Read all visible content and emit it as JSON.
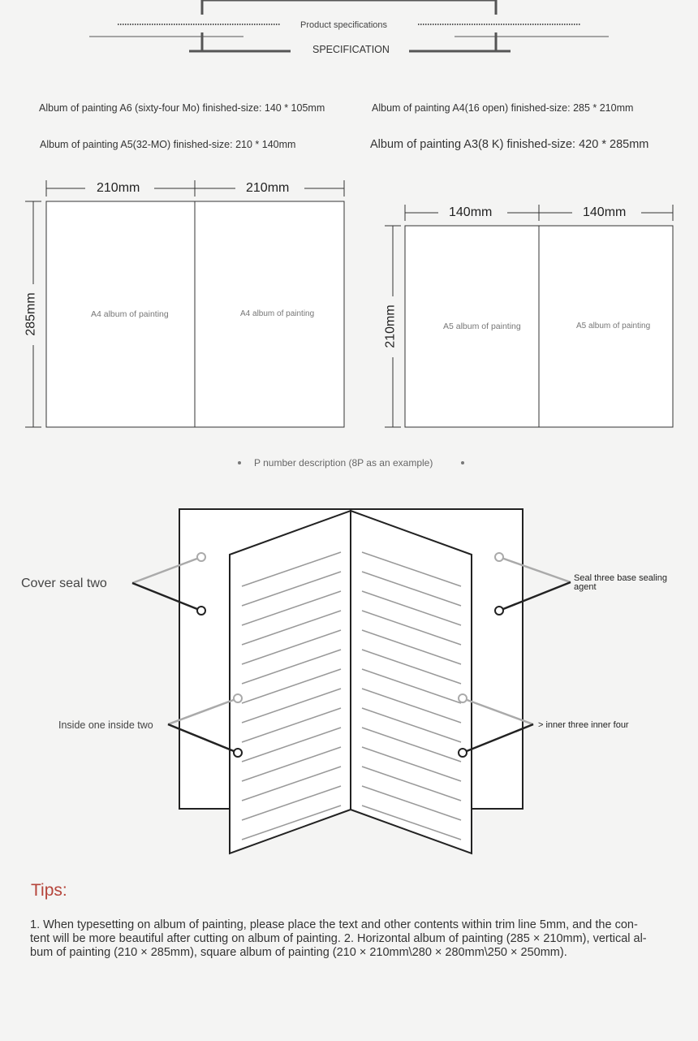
{
  "header": {
    "title_cn_en": "Product specifications",
    "subtitle": "SPECIFICATION"
  },
  "specs": [
    "Album of painting A6 (sixty-four Mo) finished-size: 140 * 105mm",
    "Album of painting A4(16 open) finished-size: 285 * 210mm",
    "Album of painting A5(32-MO) finished-size: 210 * 140mm",
    "Album of painting A3(8 K) finished-size: 420 * 285mm"
  ],
  "diagram_a4": {
    "width_left": "210mm",
    "width_right": "210mm",
    "height": "285mm",
    "page_left": "A4 album of painting",
    "page_right": "A4 album of painting"
  },
  "diagram_a5": {
    "width_left": "140mm",
    "width_right": "140mm",
    "height": "210mm",
    "page_left": "A5 album of painting",
    "page_right": "A5 album of painting"
  },
  "p_number": {
    "title": "P number description (8P as an example)",
    "label_cover": "Cover seal two",
    "label_seal": "Seal three base sealing agent",
    "label_inside": "Inside one inside two",
    "label_inner": "> inner three inner four"
  },
  "tips": {
    "title": "Tips:",
    "body": "1. When typesetting on album of painting, please place the text and other contents within trim line 5mm, and the con-tent will be more beautiful after cutting on album of painting. 2. Horizontal album of painting (285 × 210mm), vertical al-bum of painting (210 × 285mm), square album of painting (210 × 210mm\\280 × 280mm\\250 × 250mm)."
  },
  "colors": {
    "accent": "#b5443a",
    "line": "#555555",
    "background": "#f4f4f3"
  }
}
